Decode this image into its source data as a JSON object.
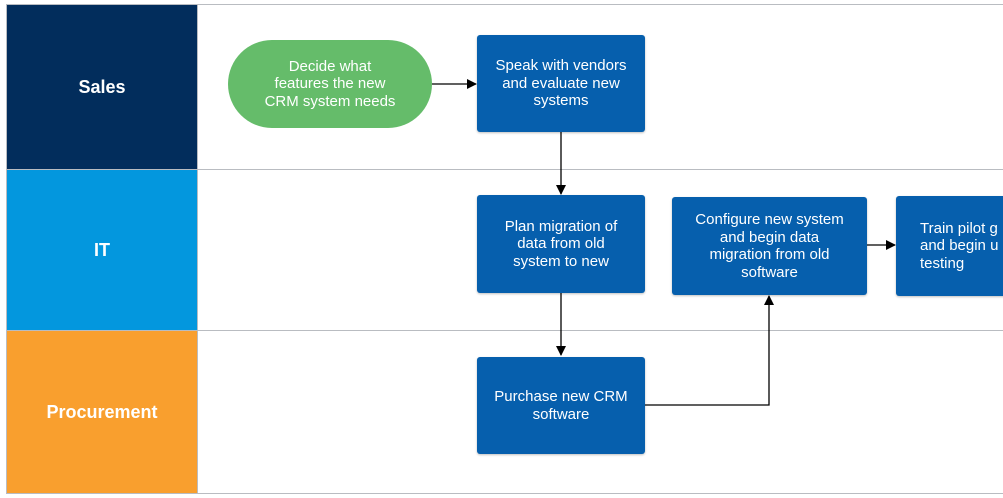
{
  "lanes": {
    "sales": "Sales",
    "it": "IT",
    "procurement": "Procurement"
  },
  "nodes": {
    "decide_features": "Decide what\nfeatures the new\nCRM system needs",
    "speak_vendors": "Speak with vendors\nand evaluate new\nsystems",
    "plan_migration": "Plan migration of\ndata from old\nsystem to new",
    "configure_system": "Configure new system\nand begin data\nmigration from old\nsoftware",
    "train_pilot": "Train pilot g\nand begin u\ntesting",
    "purchase_crm": "Purchase new CRM\nsoftware"
  },
  "colors": {
    "sales_lane": "#022d5c",
    "it_lane": "#0397de",
    "procurement_lane": "#f99f2e",
    "process_box": "#065fad",
    "start_terminal": "#65bc6a",
    "connector": "#000000"
  }
}
